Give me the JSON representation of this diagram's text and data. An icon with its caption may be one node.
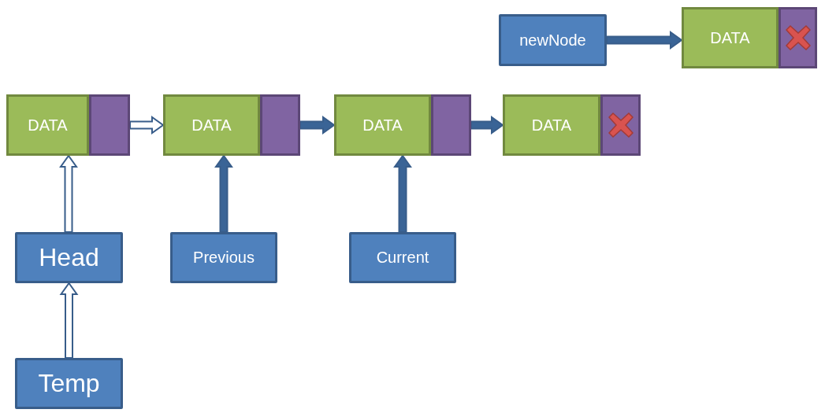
{
  "diagram": {
    "nodes": [
      {
        "text": [
          "newNode"
        ]
      },
      {
        "text": [
          "DATA"
        ]
      },
      {
        "text": [],
        "shape": "box"
      },
      {
        "text": [
          "DATA"
        ]
      },
      {
        "text": [],
        "shape": "box"
      },
      {
        "text": [
          "DATA"
        ]
      },
      {
        "text": [],
        "shape": "box"
      },
      {
        "text": [
          "DATA"
        ]
      },
      {
        "text": [],
        "shape": "box"
      },
      {
        "text": [
          "DATA"
        ]
      },
      {
        "text": [],
        "shape": "box"
      },
      {
        "text": [
          "Head"
        ]
      },
      {
        "text": [
          "Previous"
        ]
      },
      {
        "text": [
          "Current"
        ]
      },
      {
        "text": [
          "Temp"
        ]
      }
    ],
    "edges": [
      {
        "from": 0,
        "to": 1,
        "arrow": "to"
      },
      {
        "from": 4,
        "to": 5,
        "arrow": "to",
        "color": "#ffffff"
      },
      {
        "from": 6,
        "to": 7,
        "arrow": "to"
      },
      {
        "from": 8,
        "to": 9,
        "arrow": "to"
      },
      {
        "from": 11,
        "to": 3,
        "arrow": "to",
        "color": "#ffffff"
      },
      {
        "from": 12,
        "to": 5,
        "arrow": "to"
      },
      {
        "from": 13,
        "to": 7,
        "arrow": "to"
      },
      {
        "from": 14,
        "to": 11,
        "arrow": "to",
        "color": "#ffffff"
      }
    ]
  }
}
